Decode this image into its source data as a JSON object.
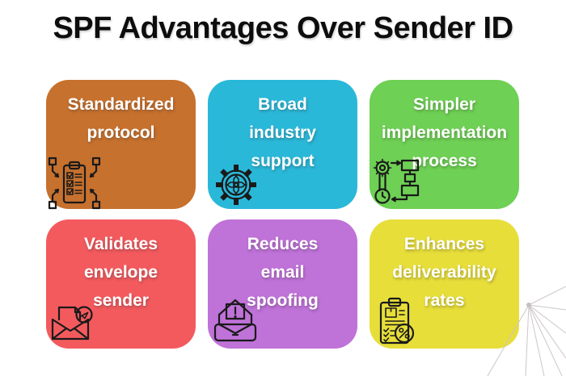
{
  "title": "SPF Advantages Over Sender ID",
  "cards": [
    {
      "label": "Standardized\nprotocol",
      "color": "#c7712e",
      "icon": "clipboard-flow-icon"
    },
    {
      "label": "Broad\nindustry\nsupport",
      "color": "#2ab8d9",
      "icon": "gear-hub-icon"
    },
    {
      "label": "Simpler\nimplementation\nprocess",
      "color": "#6ed054",
      "icon": "process-flow-icon"
    },
    {
      "label": "Validates\nenvelope\nsender",
      "color": "#f35a5e",
      "icon": "open-envelope-badge-icon"
    },
    {
      "label": "Reduces\nemail\nspoofing",
      "color": "#bf72d8",
      "icon": "inbox-alert-icon"
    },
    {
      "label": "Enhances\ndeliverability\nrates",
      "color": "#e7de3a",
      "icon": "checklist-percent-icon"
    }
  ],
  "decoration": {
    "line_color": "#cdc6c8",
    "dot_color": "#c6bfc1"
  }
}
